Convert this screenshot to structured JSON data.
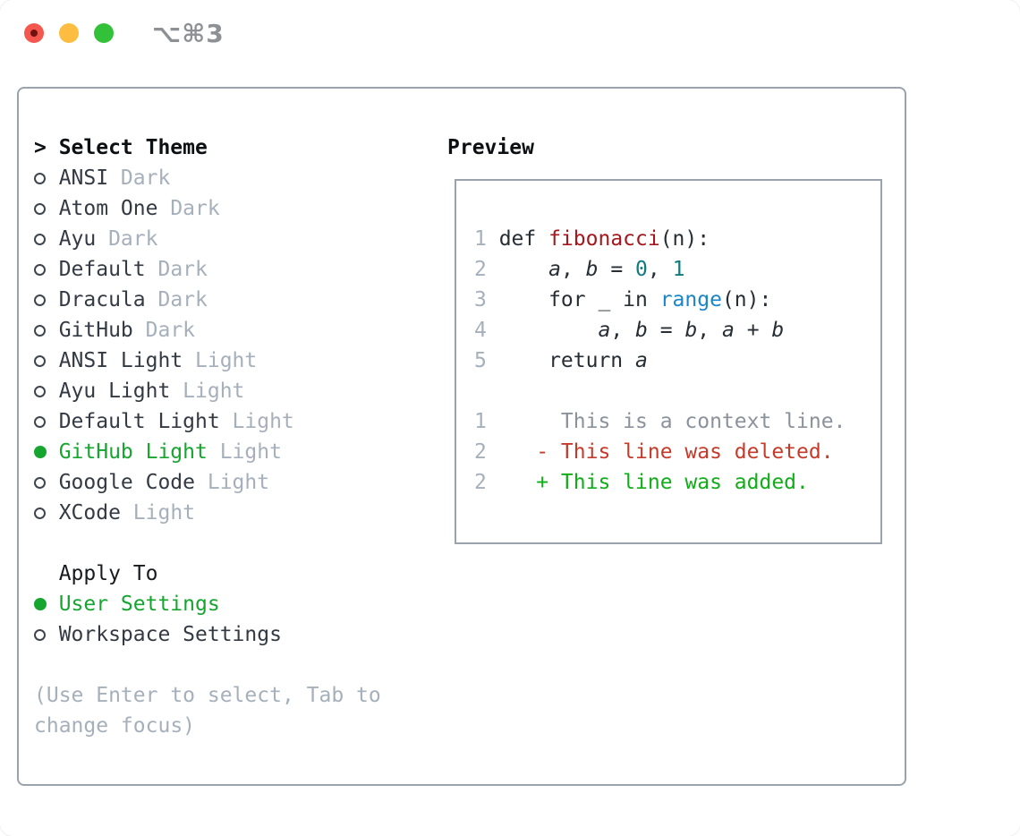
{
  "window": {
    "shortcut": "⌥⌘3"
  },
  "theme_picker": {
    "prompt": ">",
    "title": "Select Theme",
    "items": [
      {
        "name": "ANSI",
        "variant": "Dark",
        "selected": false
      },
      {
        "name": "Atom One",
        "variant": "Dark",
        "selected": false
      },
      {
        "name": "Ayu",
        "variant": "Dark",
        "selected": false
      },
      {
        "name": "Default",
        "variant": "Dark",
        "selected": false
      },
      {
        "name": "Dracula",
        "variant": "Dark",
        "selected": false
      },
      {
        "name": "GitHub",
        "variant": "Dark",
        "selected": false
      },
      {
        "name": "ANSI Light",
        "variant": "Light",
        "selected": false
      },
      {
        "name": "Ayu Light",
        "variant": "Light",
        "selected": false
      },
      {
        "name": "Default Light",
        "variant": "Light",
        "selected": false
      },
      {
        "name": "GitHub Light",
        "variant": "Light",
        "selected": true
      },
      {
        "name": "Google Code",
        "variant": "Light",
        "selected": false
      },
      {
        "name": "XCode",
        "variant": "Light",
        "selected": false
      }
    ],
    "apply_to": {
      "title": "Apply To",
      "options": [
        {
          "label": "User Settings",
          "selected": true
        },
        {
          "label": "Workspace Settings",
          "selected": false
        }
      ]
    },
    "hint_lines": [
      "(Use Enter to select, Tab to",
      "change focus)"
    ]
  },
  "preview": {
    "title": "Preview",
    "lines": [
      {
        "num": "1",
        "tokens": [
          [
            "def ",
            "plain"
          ],
          [
            "fibonacci",
            "function"
          ],
          [
            "(n):",
            "plain"
          ]
        ]
      },
      {
        "num": "2",
        "tokens": [
          [
            "    ",
            "plain"
          ],
          [
            "a",
            "variable"
          ],
          [
            ", ",
            "plain"
          ],
          [
            "b",
            "variable"
          ],
          [
            " = ",
            "plain"
          ],
          [
            "0",
            "number"
          ],
          [
            ", ",
            "plain"
          ],
          [
            "1",
            "number"
          ]
        ]
      },
      {
        "num": "3",
        "tokens": [
          [
            "    for _ in ",
            "plain"
          ],
          [
            "range",
            "builtin"
          ],
          [
            "(n):",
            "plain"
          ]
        ]
      },
      {
        "num": "4",
        "tokens": [
          [
            "        ",
            "plain"
          ],
          [
            "a",
            "variable"
          ],
          [
            ", ",
            "plain"
          ],
          [
            "b",
            "variable"
          ],
          [
            " = ",
            "plain"
          ],
          [
            "b",
            "variable"
          ],
          [
            ", ",
            "plain"
          ],
          [
            "a",
            "variable"
          ],
          [
            " + ",
            "plain"
          ],
          [
            "b",
            "variable"
          ]
        ]
      },
      {
        "num": "5",
        "tokens": [
          [
            "    return ",
            "plain"
          ],
          [
            "a",
            "variable"
          ]
        ]
      },
      {
        "num": "",
        "tokens": []
      },
      {
        "num": "1",
        "tokens": [
          [
            "     This is a context line.",
            "context"
          ]
        ]
      },
      {
        "num": "2",
        "tokens": [
          [
            "   ",
            "plain"
          ],
          [
            "- This line was deleted.",
            "deleted"
          ]
        ]
      },
      {
        "num": "2",
        "tokens": [
          [
            "   ",
            "plain"
          ],
          [
            "+ This line was added.",
            "added"
          ]
        ]
      }
    ]
  },
  "colors": {
    "accent_green": "#16a52f",
    "added_green": "#11ad18",
    "deleted_red": "#c53b2a",
    "code_red": "#a4171d",
    "code_teal": "#0f7b7c",
    "code_blue": "#1a85c7",
    "text_dark": "#333a43",
    "text_muted": "#a6b0bb",
    "line_number": "#a6b0bb",
    "context_gray": "#8a929b",
    "border_gray": "#9aa2ac",
    "light_red": "#f4574d",
    "light_yellow": "#fcbd40",
    "light_green": "#32c138"
  }
}
